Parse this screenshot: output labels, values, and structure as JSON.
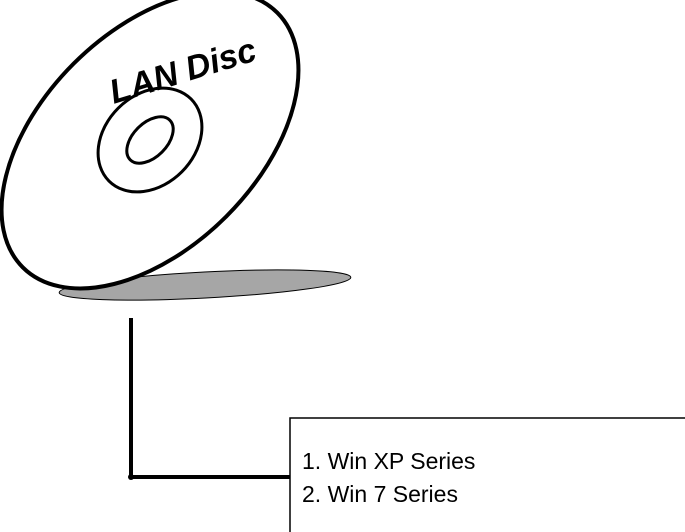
{
  "disc": {
    "label": "LAN Disc"
  },
  "driver_box": {
    "items": [
      "1. Win XP Series",
      "2. Win 7 Series"
    ]
  },
  "colors": {
    "ink": "#000000",
    "shadow": "#a6a6a6",
    "background": "#ffffff"
  }
}
